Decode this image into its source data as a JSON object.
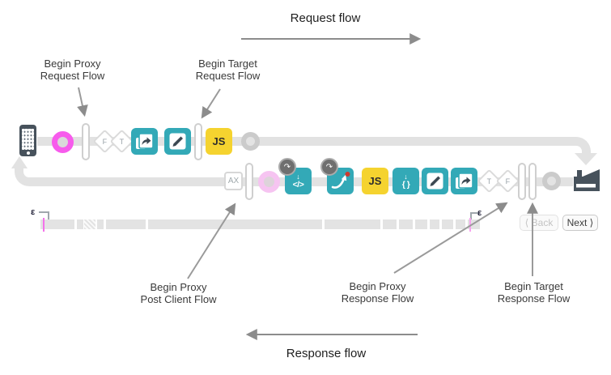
{
  "titles": {
    "request": "Request flow",
    "response": "Response flow"
  },
  "annotations": {
    "proxy_request": {
      "line1": "Begin Proxy",
      "line2": "Request Flow"
    },
    "target_request": {
      "line1": "Begin Target",
      "line2": "Request Flow"
    },
    "post_client": {
      "line1": "Begin Proxy",
      "line2": "Post Client Flow"
    },
    "proxy_response": {
      "line1": "Begin Proxy",
      "line2": "Response Flow"
    },
    "target_response": {
      "line1": "Begin Target",
      "line2": "Response Flow"
    }
  },
  "request_row": {
    "diamond_f": "F",
    "diamond_t": "T",
    "js": "JS"
  },
  "response_row": {
    "ax": "AX",
    "js": "JS",
    "diamond_t": "T",
    "diamond_f": "F",
    "code_icon": {
      "arrow": "↓",
      "glyph": "</>"
    },
    "braces_icon": {
      "arrow": "↓",
      "glyph": "{ }"
    },
    "badge_glyph": "↷"
  },
  "timeline": {
    "left_marker": "ε",
    "right_marker": "ε"
  },
  "pager": {
    "back": "⟨ Back",
    "next": "Next ⟩"
  },
  "colors": {
    "teal": "#33a9b7",
    "yellow": "#f5d32f",
    "hot_pink": "#f75bec",
    "pale_pink": "#f6c4f1",
    "track_gray": "#e2e2e2",
    "slate": "#47525c",
    "arrow_gray": "#8c8c8c",
    "red_dot": "#cc3a2f"
  }
}
